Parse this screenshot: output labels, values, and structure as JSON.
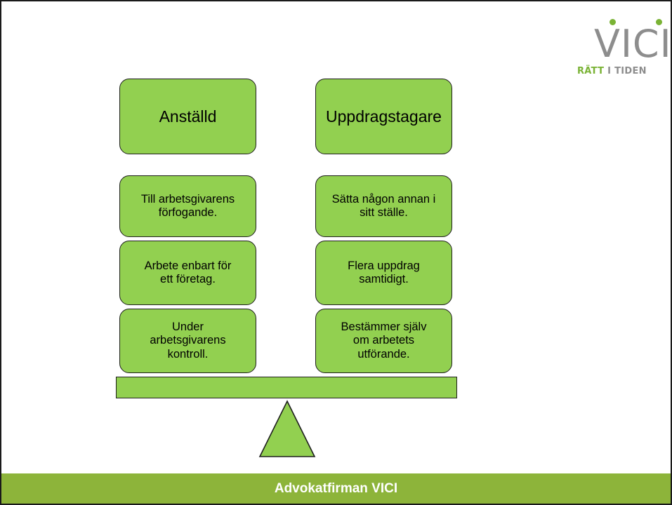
{
  "logo": {
    "word": "VICI",
    "tagline_part1": "RÄTT",
    "tagline_part2": "I TIDEN"
  },
  "left": {
    "header": "Anställd",
    "items": [
      [
        "Till arbetsgivarens",
        "förfogande."
      ],
      [
        "Arbete enbart för",
        "ett företag."
      ],
      [
        "Under",
        "arbetsgivarens",
        "kontroll."
      ]
    ]
  },
  "right": {
    "header": "Uppdragstagare",
    "items": [
      [
        "Sätta någon annan i",
        "sitt ställe."
      ],
      [
        "Flera uppdrag",
        "samtidigt."
      ],
      [
        "Bestämmer själv",
        "om arbetets",
        "utförande."
      ]
    ]
  },
  "footer": {
    "text": "Advokatfirman VICI"
  },
  "colors": {
    "box_fill": "#92d050",
    "box_border": "#1e1e1e",
    "footer_bg": "#8db43a",
    "logo_gray": "#8d8d8d",
    "logo_green": "#7ab335"
  }
}
